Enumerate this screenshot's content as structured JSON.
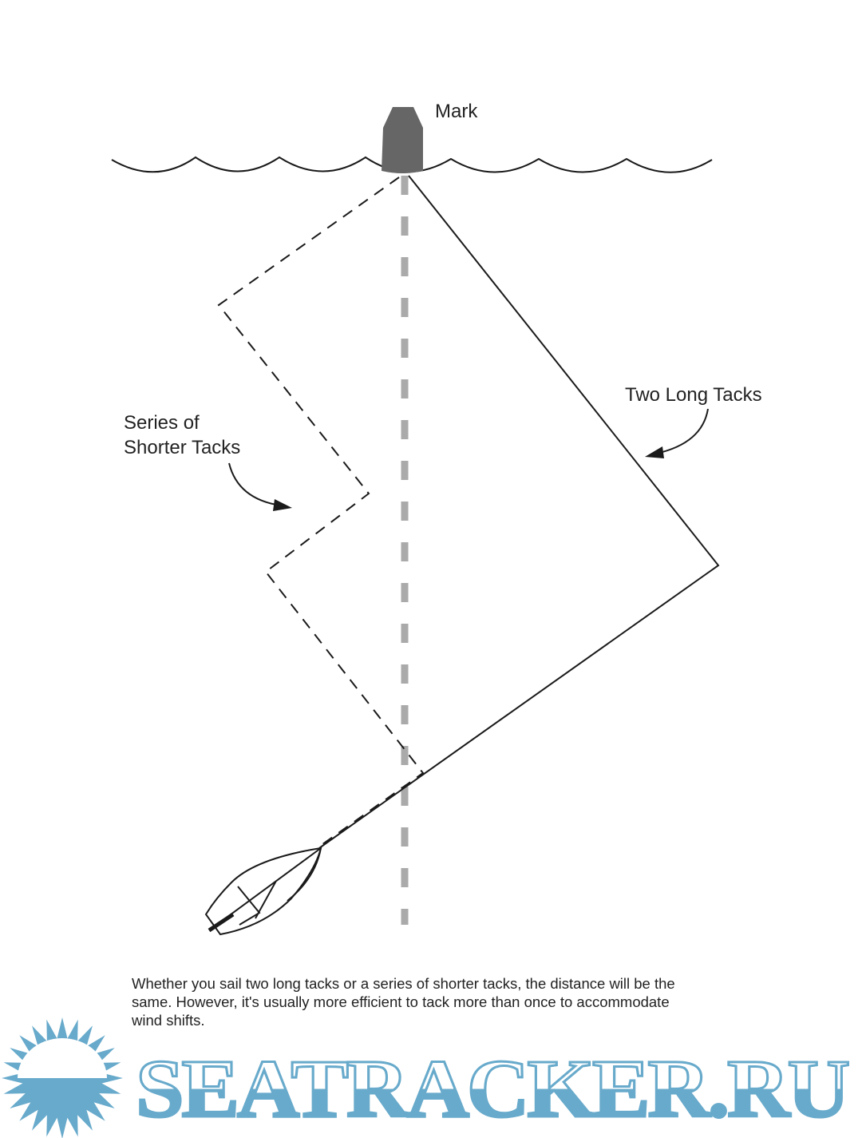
{
  "labels": {
    "mark": "Mark",
    "two_long_tacks": "Two Long Tacks",
    "series_line1": "Series of",
    "series_line2": "Shorter Tacks"
  },
  "caption": [
    "Whether you sail two long tacks or a series of shorter tacks, the distance will be the",
    "same. However, it's usually more efficient to tack more than once to accommodate",
    "wind shifts."
  ],
  "watermark": "SEATRACKER.RU",
  "colors": {
    "line": "#1a1a1a",
    "rhumb": "#aaaaaa",
    "mark": "#666666",
    "brand": "#68aacb"
  }
}
